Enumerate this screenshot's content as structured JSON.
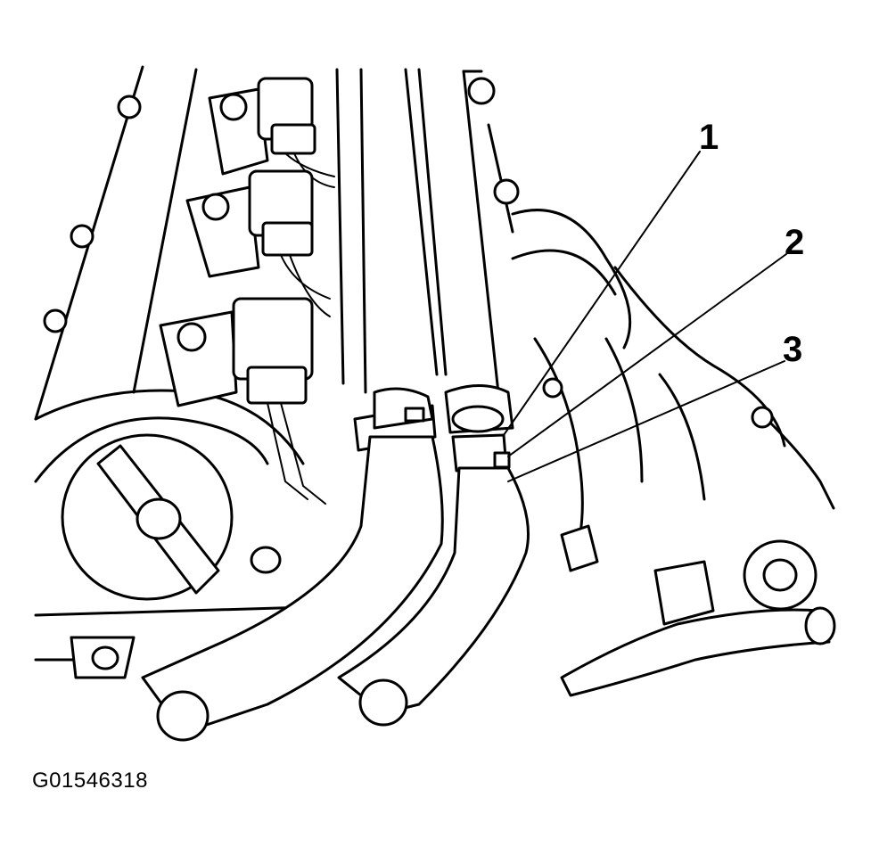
{
  "diagram": {
    "callouts": [
      {
        "id": "1",
        "label": "1"
      },
      {
        "id": "2",
        "label": "2"
      },
      {
        "id": "3",
        "label": "3"
      }
    ],
    "figure_id": "G01546318"
  }
}
